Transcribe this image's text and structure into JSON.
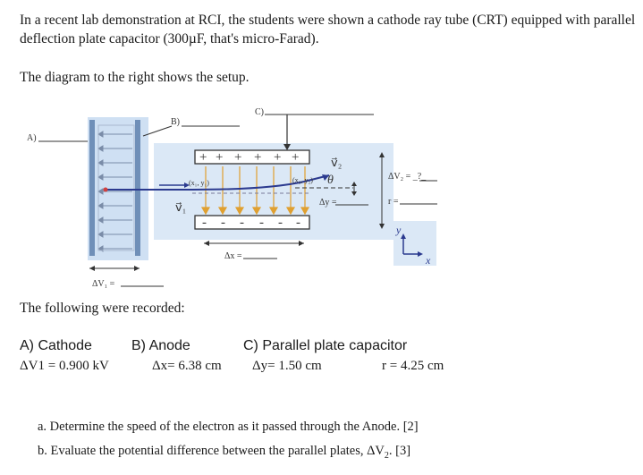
{
  "intro": "In a recent lab demonstration at RCI, the students were shown a cathode ray tube (CRT) equipped with parallel deflection plate capacitor (300µF, that's micro-Farad).",
  "setup": "The diagram to the right shows the setup.",
  "diagram": {
    "label_a": "A)",
    "label_b": "B)",
    "label_c": "C)",
    "dv1": "ΔV₁ =",
    "dx": "Δx =",
    "dy": "Δy =",
    "dv2": "ΔV₂ = _?_",
    "r": "r =",
    "point1": "(x₁, y₁)",
    "point2": "(x₂, y₂)",
    "v1": "v⃗₁",
    "v2": "v⃗₂",
    "theta": "θ",
    "axis_y": "y",
    "axis_x": "x",
    "plus": "+",
    "minus": "-"
  },
  "recorded": "The following were recorded:",
  "headers": {
    "a": "A) Cathode",
    "b": "B) Anode",
    "c": "C) Parallel plate capacitor"
  },
  "values": {
    "dv1": "ΔV1 = 0.900 kV",
    "dx": "Δx= 6.38 cm",
    "dy": "Δy= 1.50 cm",
    "r": "r = 4.25 cm"
  },
  "questions": {
    "a": "a. Determine the speed of the electron as it passed through the Anode. [2]",
    "b_main": "b. Evaluate the potential difference between the parallel plates, ΔV",
    "b_sub": "2",
    "b_end": ". [3]"
  }
}
